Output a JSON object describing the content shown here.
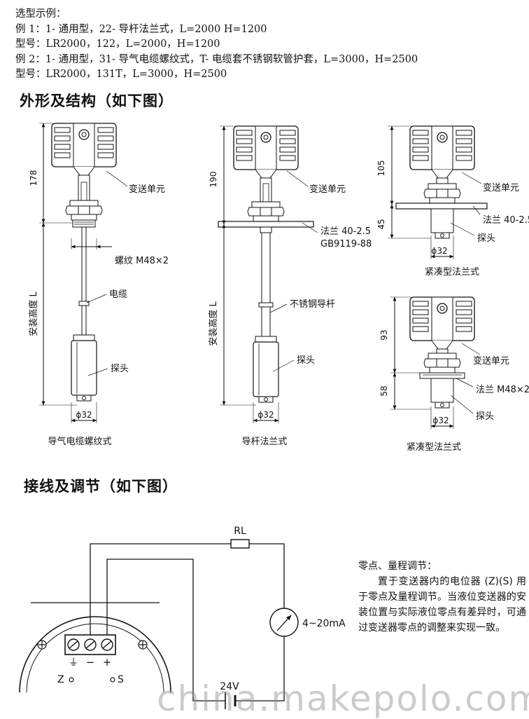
{
  "intro": {
    "title": "选型示例：",
    "lines": [
      "例 1：1- 通用型，22- 导杆法兰式，L=2000 H=1200",
      "型号：LR2000，122，L=2000，H=1200",
      "例 2：1- 通用型，31- 导气电缆螺纹式，T- 电缆套不锈钢软管护套，L=3000，H=2500",
      "型号：LR2000，131T，L=3000，H=2500"
    ]
  },
  "section1": {
    "title": "外形及结构（如下图）"
  },
  "fig1": {
    "dim_top": "178",
    "install_height": "安装高度 L",
    "transmitter": "变送单元",
    "thread": "螺纹 M48×2",
    "cable": "电缆",
    "probe": "探头",
    "diameter": "ϕ32",
    "caption": "导气电缆螺纹式"
  },
  "fig2": {
    "dim_top": "190",
    "install_height": "安装高度 L",
    "transmitter": "变送单元",
    "flange": "法兰 40-2.5",
    "standard": "GB9119-88",
    "rod": "不锈钢导杆",
    "probe": "探头",
    "diameter": "ϕ32",
    "caption": "导杆法兰式"
  },
  "fig3": {
    "dim_top": "105",
    "dim_bottom": "45",
    "transmitter": "变送单元",
    "flange": "法兰 40-2.5",
    "probe": "探头",
    "diameter": "ϕ32",
    "caption": "紧凑型法兰式"
  },
  "fig4": {
    "dim_top": "93",
    "dim_bottom": "58",
    "transmitter": "变送单元",
    "flange": "法兰 M48×2",
    "probe": "探头",
    "diameter": "ϕ32",
    "caption": "紧凑型法兰式"
  },
  "section2": {
    "title": "接线及调节（如下图）"
  },
  "wiring": {
    "resistor": "RL",
    "meter": "4~20mA",
    "supply": "24V",
    "terminal_labels": [
      "⏚",
      "−",
      "+"
    ],
    "zero": "Z",
    "span": "S"
  },
  "note": {
    "title": "零点、量程调节：",
    "body": "置于变送器内的电位器 (Z)(S) 用于零点及量程调节。当液位变送器的安装位置与实际液位零点有差异时，可通过变送器零点的调整来实现一致。"
  },
  "watermark": "china.makepolo.com"
}
